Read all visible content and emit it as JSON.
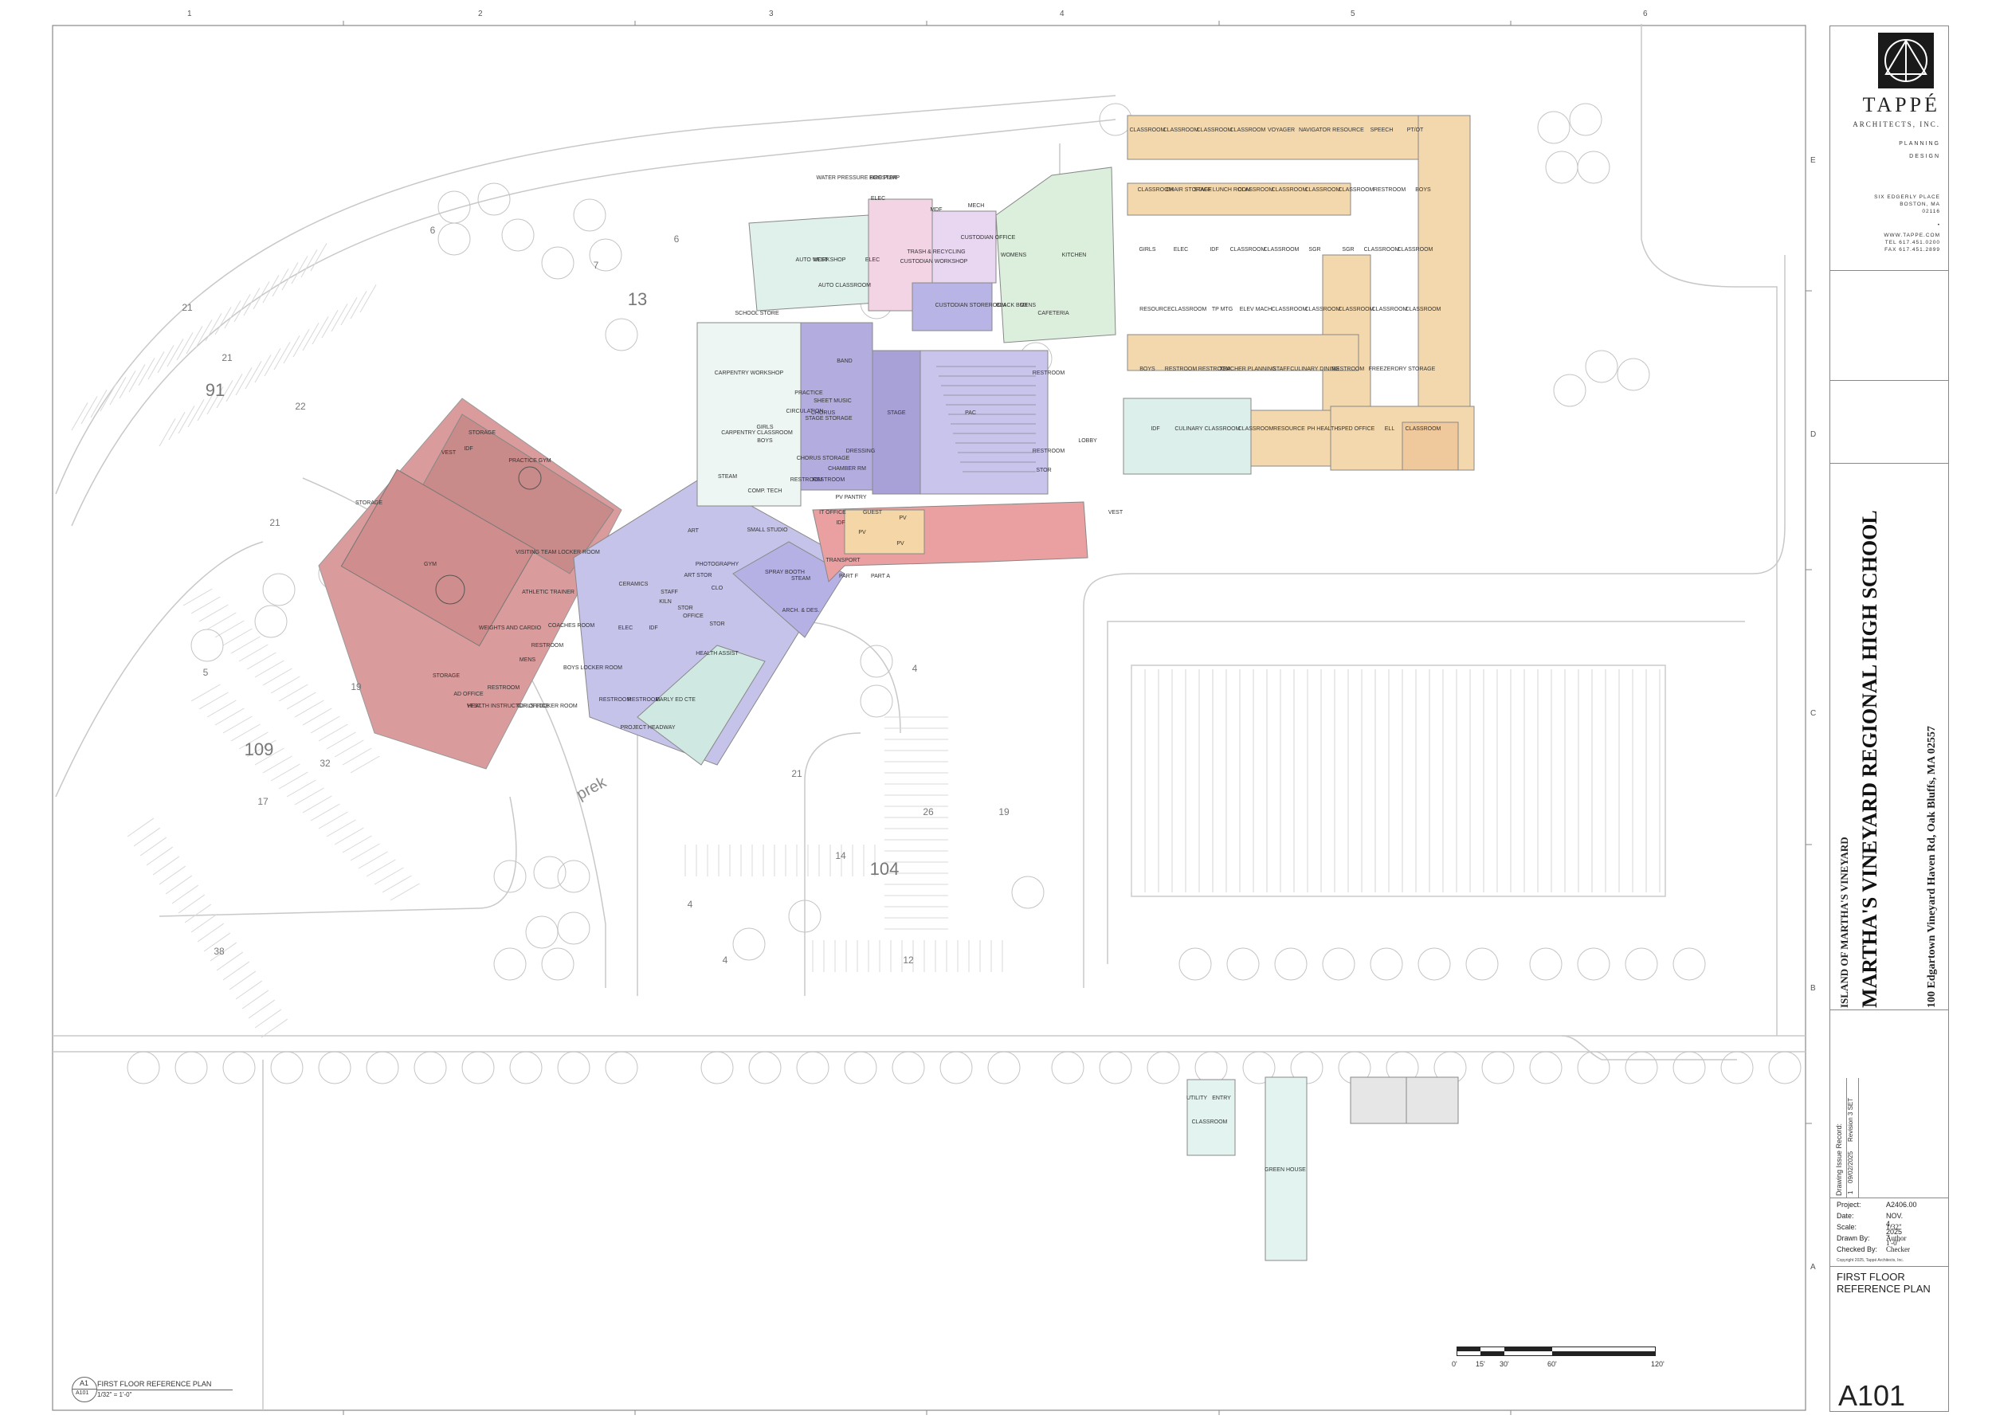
{
  "grid": {
    "columns": [
      "1",
      "2",
      "3",
      "4",
      "5",
      "6"
    ],
    "rows": [
      "E",
      "D",
      "C",
      "B",
      "A"
    ]
  },
  "firm": {
    "name": "TAPPÉ",
    "subtitle": "ARCHITECTS, INC.",
    "services": [
      "PLANNING",
      "DESIGN"
    ],
    "address": [
      "SIX EDGERLY PLACE",
      "BOSTON, MA",
      "02116"
    ],
    "contact": [
      "TEL  617.451.0200",
      "FAX  617.451.2899"
    ],
    "web": "WWW.TAPPE.COM"
  },
  "project": {
    "client": "ISLAND OF MARTHA'S VINEYARD",
    "title": "MARTHA'S VINEYARD REGIONAL HIGH SCHOOL",
    "address": "100 Edgartown Vineyard Haven Rd, Oak Bluffs, MA 02557"
  },
  "issue_record": {
    "heading": "Drawing Issue Record:",
    "entries": [
      {
        "num": "1",
        "date": "09/02/2025",
        "desc": "Revision 3 SET"
      }
    ]
  },
  "info": {
    "project_label": "Project:",
    "project": "A2406.00",
    "date_label": "Date:",
    "date": "NOV. 4, 2025",
    "scale_label": "Scale:",
    "scale": "1/32\" = 1'-0\"",
    "drawn_label": "Drawn By:",
    "drawn": "Author",
    "checked_label": "Checked By:",
    "checked": "Checker",
    "copyright": "Copyright 2025, Tappé Architects, Inc."
  },
  "sheet": {
    "title_line1": "FIRST FLOOR",
    "title_line2": "REFERENCE PLAN",
    "number": "A101"
  },
  "drawing_tag": {
    "id": "A1",
    "ref": "A101",
    "title": "FIRST FLOOR REFERENCE PLAN",
    "scale": "1/32\" = 1'-0\""
  },
  "scale_bar": {
    "labels": [
      "0'",
      "15'",
      "30'",
      "60'",
      "120'"
    ]
  },
  "lot_counts": [
    "91",
    "109",
    "104",
    "13",
    "21",
    "21",
    "22",
    "19",
    "32",
    "17",
    "38",
    "14",
    "26",
    "19",
    "12",
    "4",
    "4",
    "4",
    "21",
    "6",
    "6",
    "7",
    "5",
    "21"
  ],
  "prek_label": "prek",
  "rooms": {
    "gym": [
      "STORAGE",
      "PRACTICE GYM",
      "STORAGE",
      "GYM",
      "VEST",
      "IDF",
      "ATHLETIC TRAINER",
      "VISITING TEAM LOCKER ROOM",
      "WEIGHTS AND CARDIO",
      "COACHES ROOM",
      "RESTROOM",
      "MENS",
      "STORAGE",
      "RESTROOM",
      "BOYS LOCKER ROOM",
      "GIRLS LOCKER ROOM",
      "HEALTH INSTRUCTOR OFFICE",
      "AD OFFICE",
      "VEST"
    ],
    "arts": [
      "ART",
      "PHOTOGRAPHY",
      "ART STOR",
      "CERAMICS",
      "STAFF",
      "KILN",
      "STOR",
      "OFFICE",
      "CLO",
      "ELEC",
      "IDF",
      "STEAM",
      "SPRAY BOOTH",
      "ARCH. & DES.",
      "STOR",
      "HEALTH ASSIST",
      "RESTROOM",
      "EARLY ED CTE",
      "PROJECT HEADWAY",
      "RESTROOM"
    ],
    "perf": [
      "CARPENTRY WORKSHOP",
      "CARPENTRY CLASSROOM",
      "GIRLS",
      "BOYS",
      "STEAM",
      "COMP. TECH",
      "SMALL STUDIO",
      "CIRCULATION",
      "BAND",
      "PRACTICE",
      "SHEET MUSIC",
      "CHORUS",
      "STAGE STORAGE",
      "CHORUS STORAGE",
      "DRESSING",
      "RESTROOM",
      "RESTROOM",
      "CHAMBER RM",
      "PV PANTRY",
      "STAGE",
      "PAC",
      "RESTROOM",
      "STOR",
      "RESTROOM",
      "LOBBY",
      "VEST"
    ],
    "service": [
      "AUTO WORKSHOP",
      "AUTO CLASSROOM",
      "WATER PRESSURE BOOSTER",
      "FIRE PUMP",
      "ELEC",
      "ELEC",
      "MDF",
      "MECH",
      "CUSTODIAN OFFICE",
      "TRASH & RECYCLING",
      "CUSTODIAN WORKSHOP",
      "CUSTODIAN STOREROOM",
      "BLACK BOX",
      "MENS",
      "WOMENS",
      "KITCHEN",
      "CAFETERIA",
      "SCHOOL STORE",
      "VEST"
    ],
    "admin": [
      "IT OFFICE",
      "IDF",
      "GUEST",
      "PV",
      "PV",
      "PV",
      "TRANSPORT",
      "PART F",
      "PART A"
    ],
    "academic": [
      "CLASSROOM",
      "CLASSROOM",
      "CLASSROOM",
      "CLASSROOM",
      "VOYAGER",
      "NAVIGATOR",
      "RESOURCE",
      "SPEECH",
      "PT/OT",
      "CLASSROOM",
      "CHAIR STORAGE",
      "STAFF LUNCH ROOM",
      "CLASSROOM",
      "CLASSROOM",
      "CLASSROOM",
      "CLASSROOM",
      "RESTROOM",
      "BOYS",
      "GIRLS",
      "ELEC",
      "IDF",
      "CLASSROOM",
      "CLASSROOM",
      "SGR",
      "SGR",
      "CLASSROOM",
      "CLASSROOM",
      "RESOURCE",
      "CLASSROOM",
      "TP MTG",
      "ELEV MACH",
      "CLASSROOM",
      "CLASSROOM",
      "CLASSROOM",
      "CLASSROOM",
      "CLASSROOM",
      "BOYS",
      "RESTROOM",
      "RESTROOM",
      "TEACHER PLANNING",
      "STAFF",
      "CULINARY DINING",
      "RESTROOM",
      "FREEZER",
      "DRY STORAGE",
      "IDF",
      "CULINARY",
      "CLASSROOM",
      "CLASSROOM",
      "RESOURCE",
      "PH HEALTH",
      "SPED OFFICE",
      "ELL",
      "CLASSROOM"
    ],
    "outbuildings": [
      "UTILITY",
      "ENTRY",
      "CLASSROOM",
      "GREEN HOUSE"
    ]
  }
}
